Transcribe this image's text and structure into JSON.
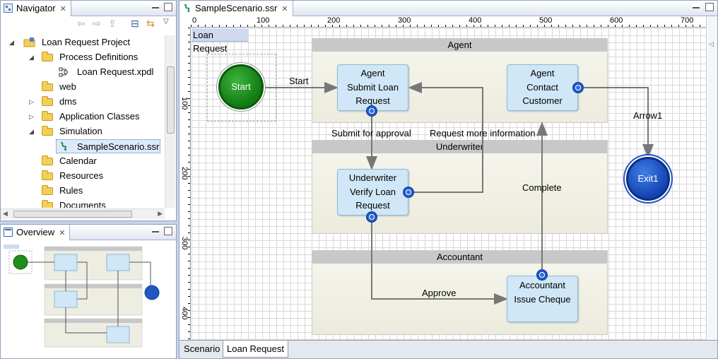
{
  "navigator": {
    "title": "Navigator",
    "close": "✕",
    "items": [
      {
        "label": "Loan Request Project",
        "icon": "project-icon"
      },
      {
        "label": "Process Definitions",
        "icon": "folder-icon"
      },
      {
        "label": "Loan Request.xpdl",
        "icon": "xpdl-file-icon"
      },
      {
        "label": "web",
        "icon": "folder-icon"
      },
      {
        "label": "dms",
        "icon": "folder-icon"
      },
      {
        "label": "Application Classes",
        "icon": "folder-icon"
      },
      {
        "label": "Simulation",
        "icon": "folder-icon"
      },
      {
        "label": "SampleScenario.ssr",
        "icon": "scenario-file-icon"
      },
      {
        "label": "Calendar",
        "icon": "folder-icon"
      },
      {
        "label": "Resources",
        "icon": "folder-icon"
      },
      {
        "label": "Rules",
        "icon": "folder-icon"
      },
      {
        "label": "Documents",
        "icon": "folder-icon"
      }
    ]
  },
  "overview": {
    "title": "Overview",
    "close": "✕"
  },
  "editor": {
    "tab": "SampleScenario.ssr",
    "close": "✕",
    "ruler_top": [
      "0",
      "100",
      "200",
      "300",
      "400",
      "500",
      "600",
      "700"
    ],
    "ruler_left": [
      "100",
      "200",
      "300",
      "400"
    ],
    "pool_label": "Loan Request",
    "lanes": {
      "agent": "Agent",
      "underwriter": "Underwriter",
      "accountant": "Accountant"
    },
    "start": "Start",
    "exit": "Exit1",
    "tasks": {
      "submit": [
        "Agent",
        "Submit Loan",
        "Request"
      ],
      "contact": [
        "Agent",
        "Contact",
        "Customer"
      ],
      "verify": [
        "Underwriter",
        "Verify Loan",
        "Request"
      ],
      "issue": [
        "Accountant",
        "Issue Cheque"
      ]
    },
    "flows": {
      "start": "Start",
      "submit": "Submit for approval",
      "more": "Request more information",
      "arrow1": "Arrow1",
      "complete": "Complete",
      "approve": "Approve"
    },
    "bottom_tabs": [
      "Scenario",
      "Loan Request"
    ]
  },
  "colors": {
    "accent": "#2b6ee8",
    "start_green": "#1e8f1e",
    "task_fill": "#cfe7f6"
  }
}
